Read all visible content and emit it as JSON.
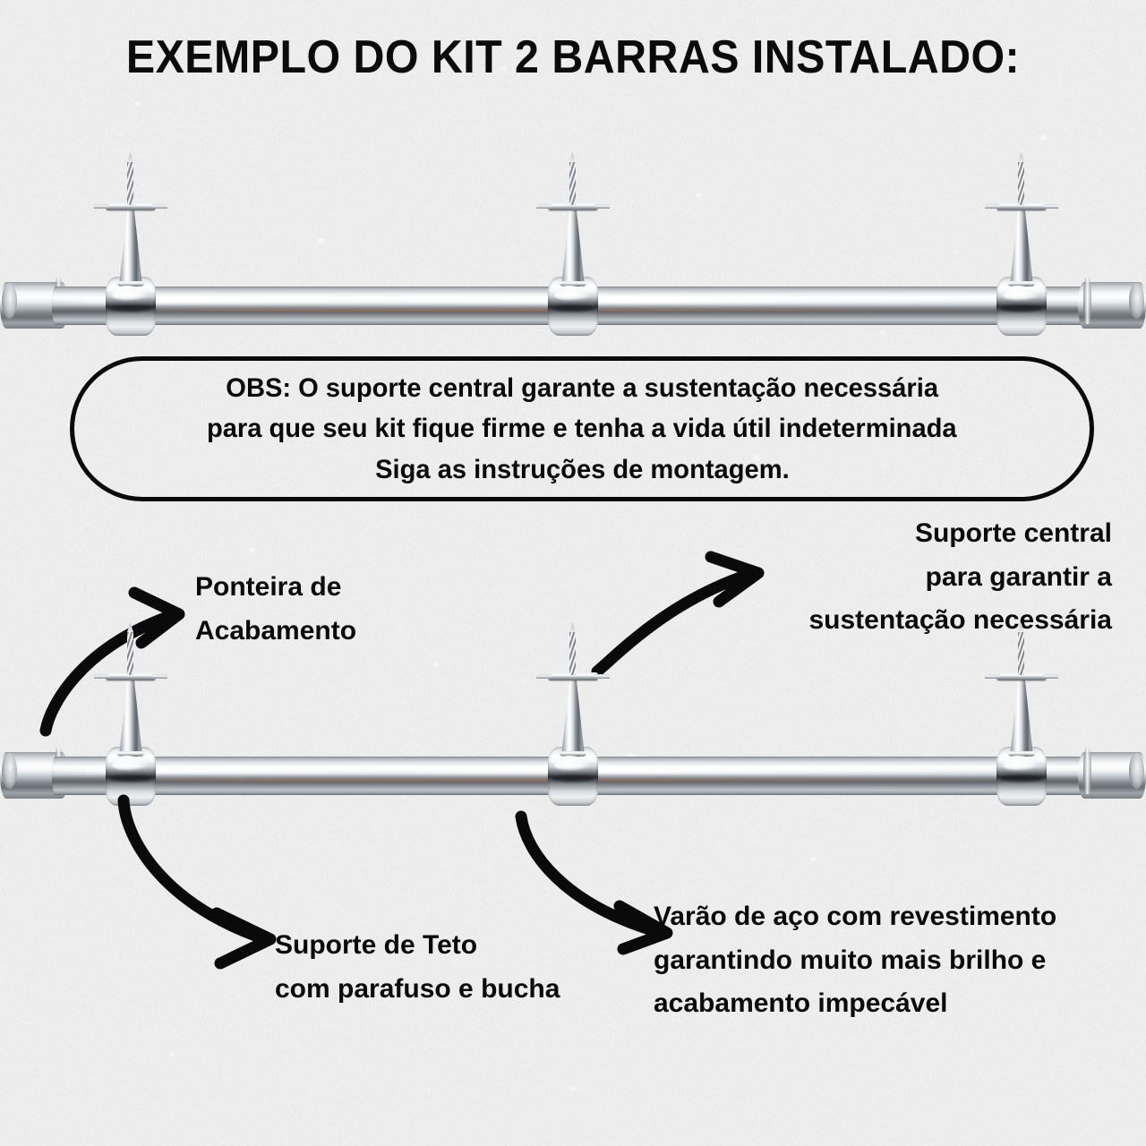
{
  "page": {
    "title": "EXEMPLO DO KIT 2 BARRAS INSTALADO:",
    "background_color": "#f1f1f1",
    "text_color": "#0a0a0a",
    "wall_texture": "stucco-white"
  },
  "note": {
    "line1": "OBS: O suporte central garante a sustentação necessária",
    "line2": "para que seu kit fique firme e tenha a vida útil indeterminada",
    "line3": "Siga as instruções de montagem."
  },
  "callouts": {
    "ponteira": {
      "line1": "Ponteira de",
      "line2": "Acabamento"
    },
    "suporte_central": {
      "line1": "Suporte central",
      "line2": "para garantir a",
      "line3": "sustentação necessária"
    },
    "suporte_teto": {
      "line1": "Suporte de Teto",
      "line2": "com parafuso e bucha"
    },
    "varao": {
      "line1": "Varão de aço com revestimento",
      "line2": "garantindo muito mais brilho e",
      "line3": "acabamento impecável"
    }
  },
  "product": {
    "rod_count": 2,
    "brackets_per_rod": 3,
    "finish": "chrome",
    "rod_top_label": "barra-superior",
    "rod_bottom_label": "barra-inferior"
  }
}
